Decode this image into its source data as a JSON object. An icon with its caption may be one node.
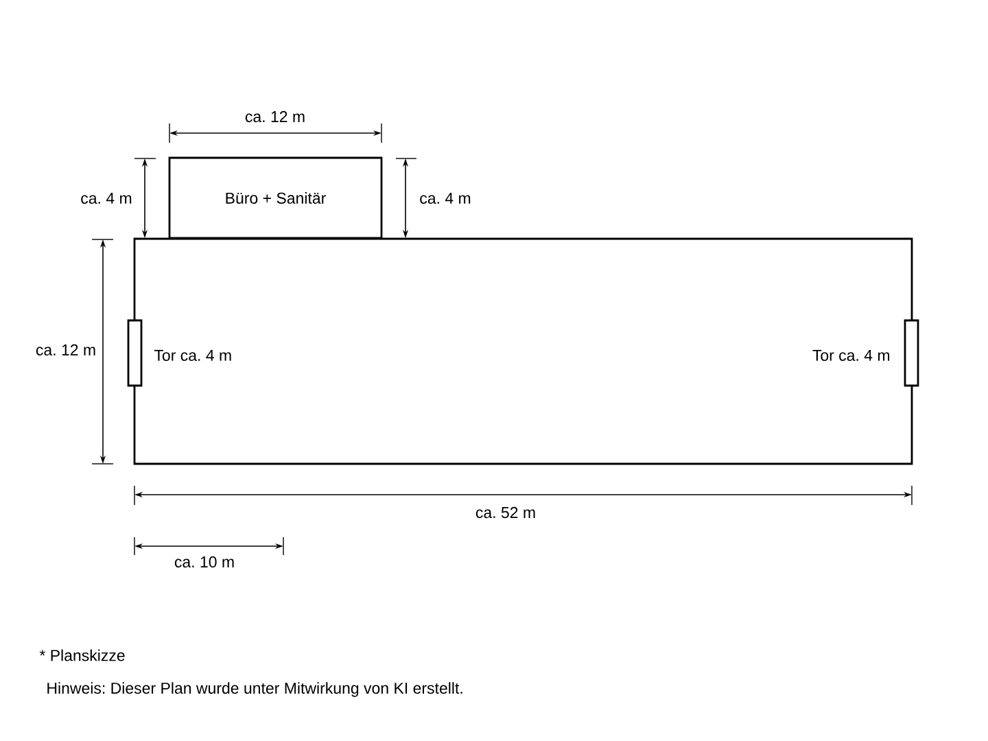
{
  "diagram": {
    "nodes": [
      {
        "text": [
          "Büro + Sanitär"
        ]
      },
      {
        "text": [],
        "shape": "box"
      },
      {
        "text": [],
        "shape": "box"
      },
      {
        "text": [],
        "shape": "box"
      }
    ],
    "labels": [
      "ca. 12 m",
      "ca. 4 m",
      "ca. 4 m",
      "ca. 12 m",
      "Tor ca. 4 m",
      "Tor ca. 4 m",
      "ca. 52 m",
      "ca. 10 m",
      "* Planskizze",
      "Hinweis: Dieser Plan wurde unter Mitwirkung von KI erstellt."
    ]
  }
}
